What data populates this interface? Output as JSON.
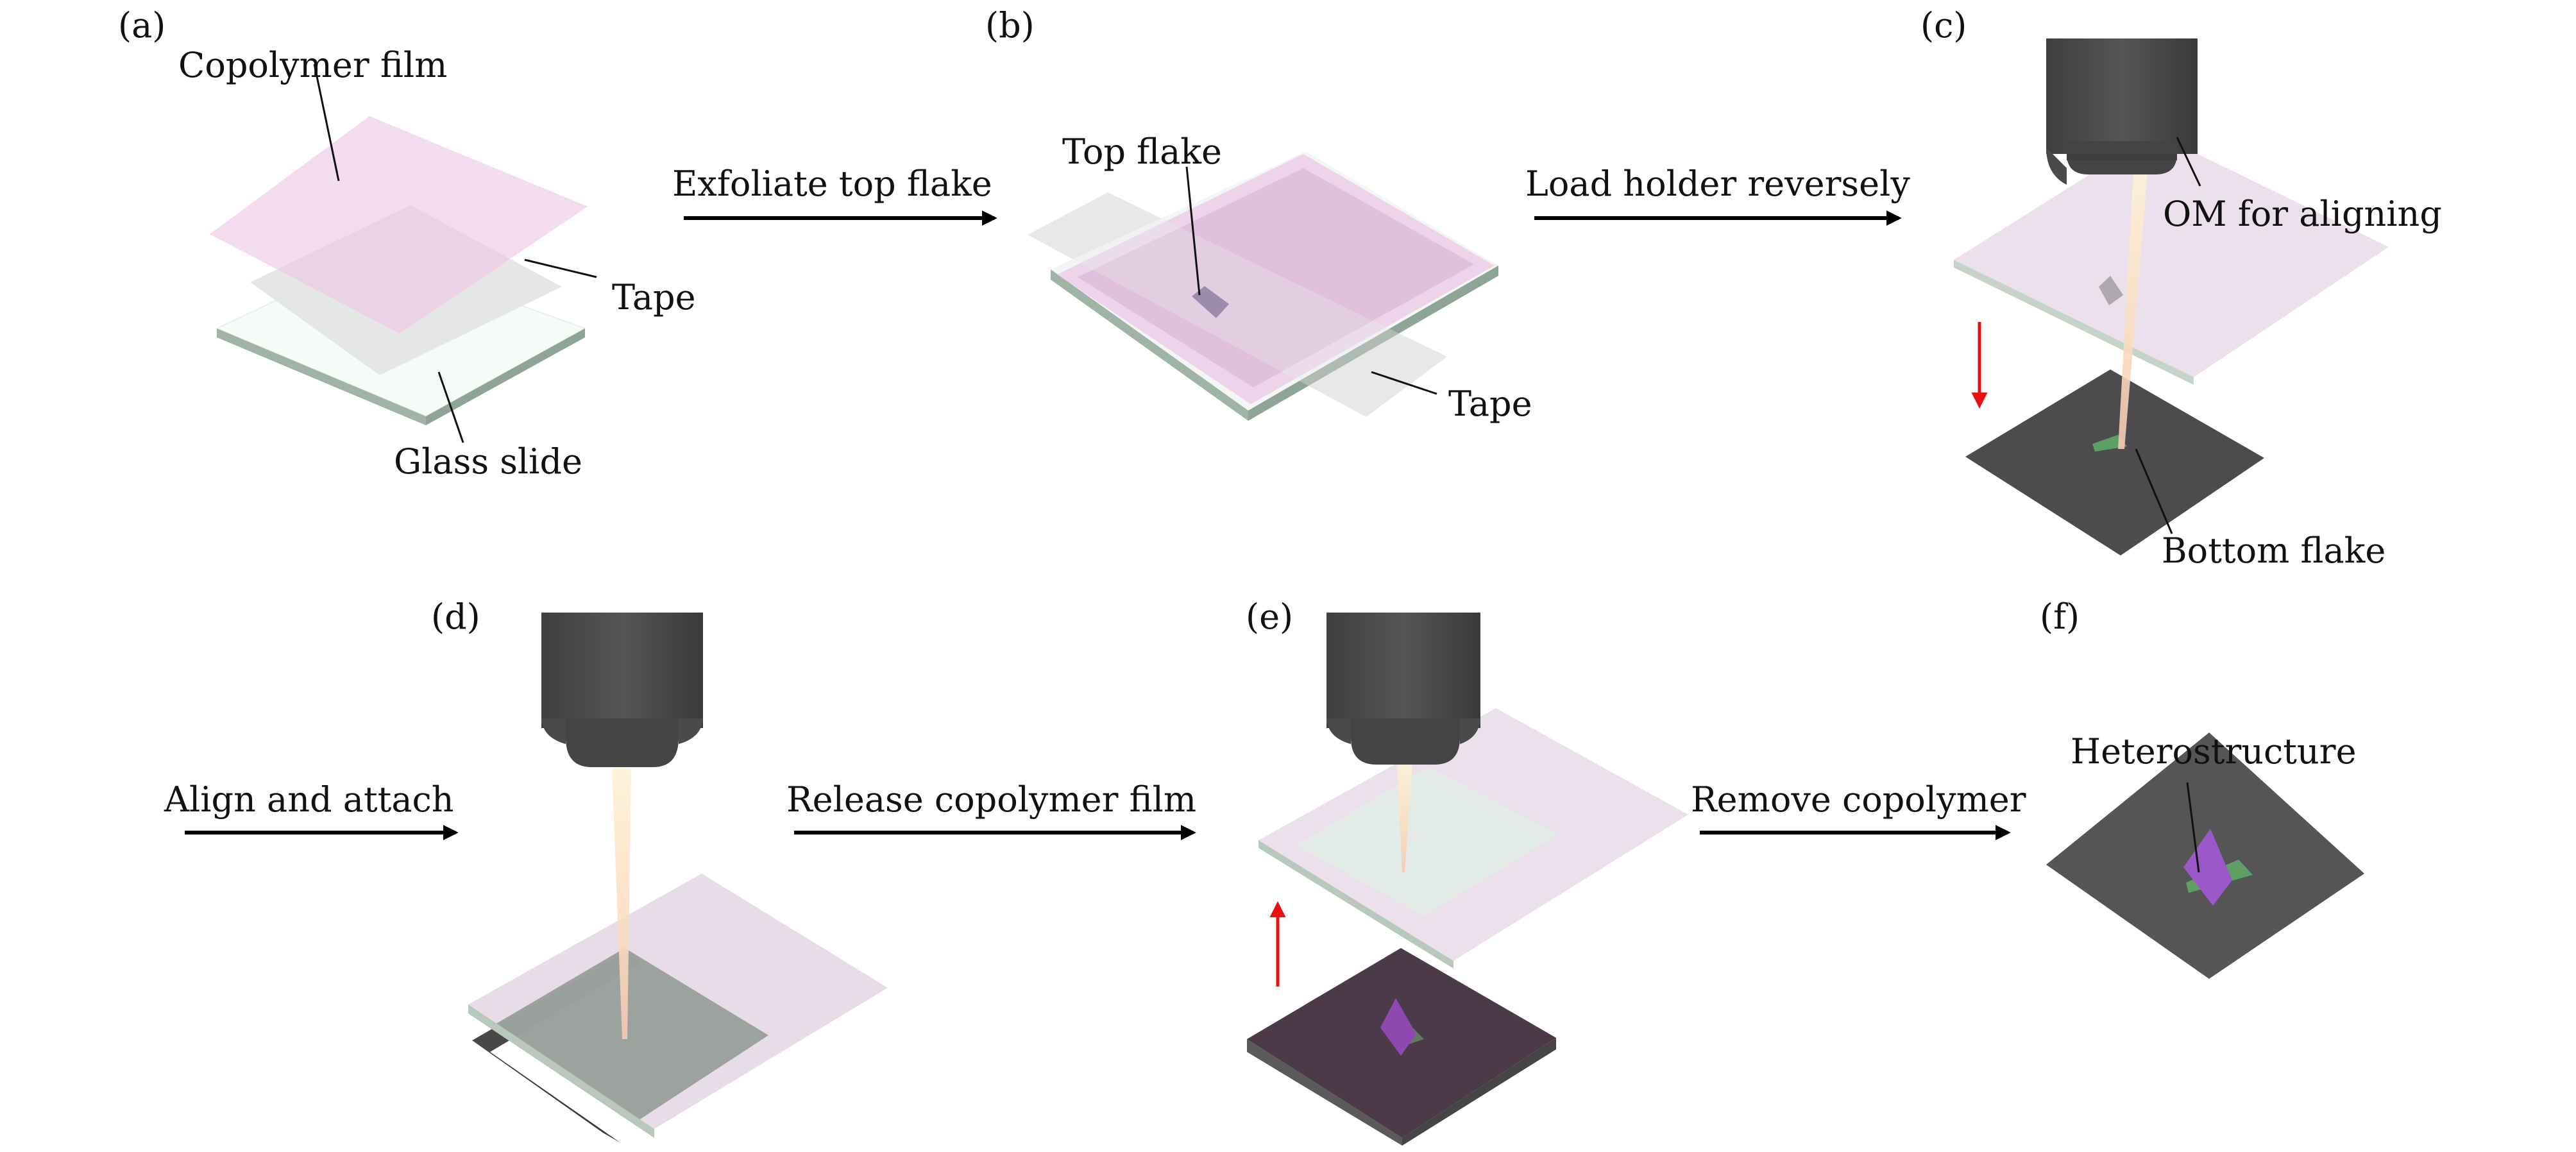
{
  "figure": {
    "panels": [
      {
        "id": "a",
        "label": "(a)",
        "annotations": [
          "Copolymer film",
          "Tape",
          "Glass slide"
        ]
      },
      {
        "id": "b",
        "label": "(b)",
        "annotations": [
          "Top flake",
          "Tape"
        ]
      },
      {
        "id": "c",
        "label": "(c)",
        "annotations": [
          "OM for aligning",
          "Bottom flake"
        ]
      },
      {
        "id": "d",
        "label": "(d)",
        "annotations": []
      },
      {
        "id": "e",
        "label": "(e)",
        "annotations": []
      },
      {
        "id": "f",
        "label": "(f)",
        "annotations": [
          "Heterostructure"
        ]
      }
    ],
    "steps": [
      {
        "label": "Exfoliate top flake"
      },
      {
        "label": "Load holder reversely"
      },
      {
        "label": "Align and attach"
      },
      {
        "label": "Release copolymer film"
      },
      {
        "label": "Remove copolymer"
      }
    ],
    "colors": {
      "copolymer": "#f0d6ee",
      "copolymer_dark": "#d9b5d6",
      "tape": "#e6e6e6",
      "glass": "#f6fbf8",
      "glass_edge": "#9fb3a6",
      "substrate": "#555555",
      "substrate_purple": "#4e3a4b",
      "objective": "#4a4a4a",
      "beam": "#fbe8c6",
      "flake_top": "#9b58c8",
      "flake_bottom": "#5e9f63",
      "move_arrow": "#e81010"
    }
  }
}
